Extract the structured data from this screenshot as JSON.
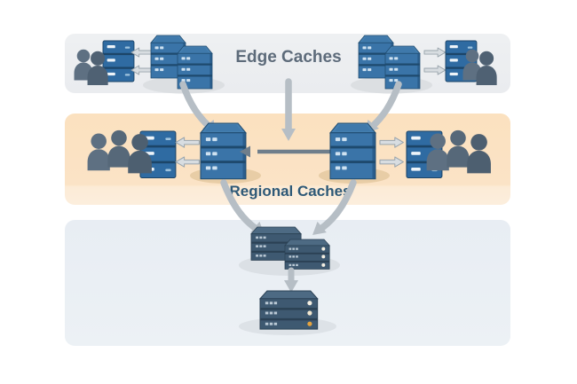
{
  "labels": {
    "edge": "Edge Caches",
    "regional": "Regional Caches"
  },
  "palette": {
    "edge_band": "#ecedf0",
    "regional_band_top": "#fbe1bf",
    "regional_band_bottom": "#fceedd",
    "origin_band": "#e9eef4",
    "server_blue": "#3a74a8",
    "server_blue_top": "#457fb0",
    "server_blue_outline": "#1e4a6e",
    "server_dark_slate": "#3e5971",
    "server_dark_top": "#4d6a83",
    "server_dark_outline": "#2b4154",
    "user_gray": "#546576",
    "arrow_light": "#b6bec5",
    "arrow_small_fill": "#d8dde1",
    "arrow_small_outline": "#9aa5ad",
    "arrow_dark": "#6f7e8b",
    "edge_label_color": "#5d6b7a",
    "regional_label_color": "#2e5977",
    "led_white": "#f4efe2",
    "led_amber": "#e5a33e",
    "shadow_gray": "#dcdfe2",
    "shadow_tan": "#e8cda6",
    "shadow_blue": "#dbe0e5"
  },
  "tiers": [
    {
      "id": "edge-caches",
      "label": "Edge Caches",
      "elements": [
        "user-group-left",
        "client-server-left",
        "edge-cache-pair-left",
        "edge-cache-pair-right",
        "client-server-right",
        "user-group-right"
      ]
    },
    {
      "id": "regional-caches",
      "label": "Regional Caches",
      "elements": [
        "user-group-left",
        "access-server-left",
        "regional-cache-left",
        "regional-cache-right",
        "access-server-right",
        "user-group-right"
      ]
    },
    {
      "id": "origin",
      "label": "",
      "elements": [
        "origin-server-cluster",
        "origin-server"
      ]
    }
  ],
  "connections": [
    {
      "from": "edge-cache-pair-left",
      "to": "client-server-left",
      "style": "small-arrow",
      "count": 2
    },
    {
      "from": "edge-cache-pair-right",
      "to": "client-server-right",
      "style": "small-arrow",
      "count": 2
    },
    {
      "from": "edge-cache-pair-left",
      "to": "regional-cache-left",
      "style": "big-curved-arrow"
    },
    {
      "from": "edge-tier",
      "to": "regional-tier",
      "style": "big-straight-arrow"
    },
    {
      "from": "edge-cache-pair-right",
      "to": "regional-cache-right",
      "style": "big-curved-arrow"
    },
    {
      "from": "regional-cache-left",
      "to": "access-server-left",
      "style": "small-arrow",
      "count": 2
    },
    {
      "from": "regional-cache-right",
      "to": "access-server-right",
      "style": "small-arrow",
      "count": 2
    },
    {
      "from": "regional-cache-left",
      "to": "regional-cache-right",
      "style": "double-headed-arrow"
    },
    {
      "from": "regional-cache-left",
      "to": "origin-server-cluster",
      "style": "big-curved-arrow"
    },
    {
      "from": "regional-cache-right",
      "to": "origin-server-cluster",
      "style": "big-curved-arrow"
    },
    {
      "from": "origin-server-cluster",
      "to": "origin-server",
      "style": "straight-arrow"
    }
  ],
  "icons": [
    "server-tower-icon",
    "server-pair-icon",
    "server-rack-icon",
    "server-panel-icon",
    "users-icon",
    "arrow-icon",
    "double-arrow-icon"
  ]
}
